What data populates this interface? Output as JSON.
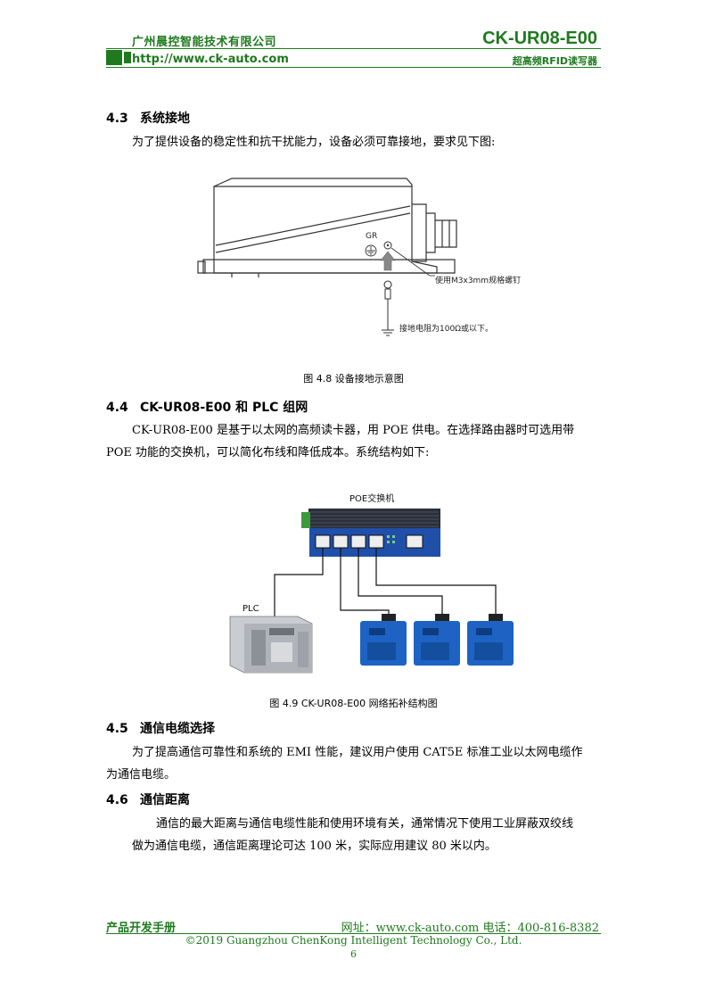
{
  "header": {
    "company": "广州晨控智能技术有限公司",
    "url": "http://www.ck-auto.com",
    "model": "CK-UR08-E00",
    "subtitle": "超高频RFID读写器"
  },
  "sections": {
    "s43": {
      "number": "4.3",
      "title": "系统接地",
      "para": "为了提供设备的稳定性和抗干扰能力，设备必须可靠接地，要求见下图:",
      "figure": {
        "label_gr": "GR",
        "label_screw": "使用M3x3mm规格螺钉",
        "label_resistance": "接地电阻为100Ω或以下。",
        "caption": "图 4.8 设备接地示意图"
      }
    },
    "s44": {
      "number": "4.4",
      "title": "CK-UR08-E00 和 PLC 组网",
      "para1": "CK-UR08-E00 是基于以太网的高频读卡器，用 POE 供电。在选择路由器时可选用带",
      "para2": "POE 功能的交换机，可以简化布线和降低成本。系统结构如下:",
      "figure": {
        "label_switch": "POE交换机",
        "label_plc": "PLC",
        "caption": "图 4.9 CK-UR08-E00 网络拓补结构图"
      }
    },
    "s45": {
      "number": "4.5",
      "title": "通信电缆选择",
      "para1": "为了提高通信可靠性和系统的 EMI 性能，建议用户使用 CAT5E 标准工业以太网电缆作",
      "para2": "为通信电缆。"
    },
    "s46": {
      "number": "4.6",
      "title": "通信距离",
      "para1": "通信的最大距离与通信电缆性能和使用环境有关，通常情况下使用工业屏蔽双绞线",
      "para2": "做为通信电缆，通信距离理论可达 100 米，实际应用建议 80 米以内。"
    }
  },
  "footer": {
    "manual": "产品开发手册",
    "contact": "网址：www.ck-auto.com   电话：400-816-8382",
    "copyright": "©2019 Guangzhou ChenKong Intelligent Technology Co., Ltd.",
    "page": "6"
  },
  "colors": {
    "brand_green": "#1f7a1f",
    "switch_blue": "#1f4fa8",
    "reader_blue": "#1e63c4"
  }
}
